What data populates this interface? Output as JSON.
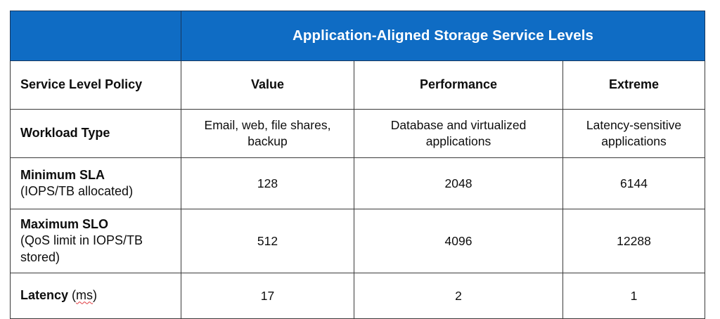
{
  "banner": {
    "title": "Application-Aligned Storage Service Levels",
    "background_color": "#0f6cc4",
    "text_color": "#ffffff"
  },
  "table": {
    "columns": [
      {
        "key": "policy",
        "label": "Service Level Policy"
      },
      {
        "key": "value",
        "label": "Value"
      },
      {
        "key": "performance",
        "label": "Performance"
      },
      {
        "key": "extreme",
        "label": "Extreme"
      }
    ],
    "rows": [
      {
        "label_main": "Workload Type",
        "label_sub": "",
        "value": "Email, web, file shares, backup",
        "performance": "Database and virtualized applications",
        "extreme": "Latency-sensitive applications"
      },
      {
        "label_main": "Minimum SLA",
        "label_sub": "(IOPS/TB allocated)",
        "value": "128",
        "performance": "2048",
        "extreme": "6144"
      },
      {
        "label_main": "Maximum SLO",
        "label_sub": "(QoS limit in IOPS/TB stored)",
        "value": "512",
        "performance": "4096",
        "extreme": "12288"
      },
      {
        "label_main": "Latency",
        "label_sub": "(ms)",
        "label_sub_misspelled": "ms",
        "value": "17",
        "performance": "2",
        "extreme": "1"
      }
    ]
  },
  "chart_data": {
    "type": "table",
    "title": "Application-Aligned Storage Service Levels",
    "categories": [
      "Value",
      "Performance",
      "Extreme"
    ],
    "series": [
      {
        "name": "Workload Type",
        "values": [
          "Email, web, file shares, backup",
          "Database and virtualized applications",
          "Latency-sensitive applications"
        ]
      },
      {
        "name": "Minimum SLA (IOPS/TB allocated)",
        "values": [
          128,
          2048,
          6144
        ]
      },
      {
        "name": "Maximum SLO (QoS limit in IOPS/TB stored)",
        "values": [
          512,
          4096,
          12288
        ]
      },
      {
        "name": "Latency (ms)",
        "values": [
          17,
          2,
          1
        ]
      }
    ]
  }
}
